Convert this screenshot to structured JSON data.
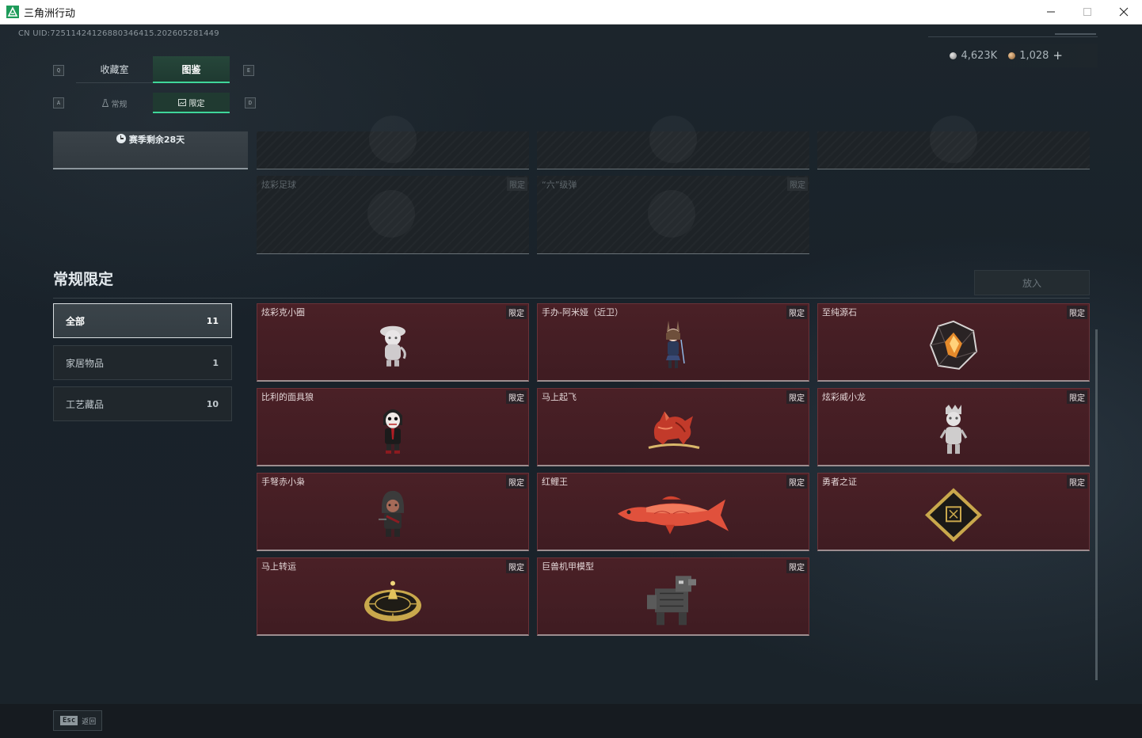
{
  "window": {
    "title": "三角洲行动"
  },
  "header": {
    "uid": "CN UID:72511424126880346415.202605281449",
    "currency": [
      {
        "icon": "silver-coin-icon",
        "value": "4,623K"
      },
      {
        "icon": "bronze-coin-icon",
        "value": "1,028"
      }
    ],
    "plus": "+"
  },
  "keys": {
    "main_left": "Q",
    "main_right": "E",
    "sub_left": "A",
    "sub_right": "D"
  },
  "tabs": [
    {
      "label": "收藏室",
      "active": false
    },
    {
      "label": "图鉴",
      "active": true
    }
  ],
  "subtabs": [
    {
      "label": "常规",
      "icon": "flask-icon",
      "active": false
    },
    {
      "label": "限定",
      "icon": "image-icon",
      "active": true
    }
  ],
  "season": {
    "text": "赛季剩余28天"
  },
  "prev_items": [
    {
      "name": "炫彩足球",
      "badge": "限定"
    },
    {
      "name": "“六”级弹",
      "badge": "限定"
    }
  ],
  "section": {
    "title": "常规限定",
    "put_button": "放入"
  },
  "categories": [
    {
      "label": "全部",
      "count": "11",
      "active": true
    },
    {
      "label": "家居物品",
      "count": "1",
      "active": false
    },
    {
      "label": "工艺藏品",
      "count": "10",
      "active": false
    }
  ],
  "items": [
    {
      "name": "炫彩克小圈",
      "badge": "限定",
      "art": "figure-white-doll"
    },
    {
      "name": "手办-阿米娅（近卫）",
      "badge": "限定",
      "art": "figure-rabbit-girl"
    },
    {
      "name": "至纯源石",
      "badge": "限定",
      "art": "crystal-ore"
    },
    {
      "name": "比利的面具狼",
      "badge": "限定",
      "art": "figure-masked"
    },
    {
      "name": "马上起飞",
      "badge": "限定",
      "art": "red-horse"
    },
    {
      "name": "炫彩威小龙",
      "badge": "限定",
      "art": "figure-silver-dragon"
    },
    {
      "name": "手弩赤小枭",
      "badge": "限定",
      "art": "figure-hooded"
    },
    {
      "name": "红鲤王",
      "badge": "限定",
      "art": "red-carp"
    },
    {
      "name": "勇者之证",
      "badge": "限定",
      "art": "gold-card"
    },
    {
      "name": "马上转运",
      "badge": "限定",
      "art": "golden-wheel"
    },
    {
      "name": "巨兽机甲模型",
      "badge": "限定",
      "art": "mech-model"
    }
  ],
  "footer": {
    "esc_key": "Esc",
    "esc_label": "返回"
  }
}
